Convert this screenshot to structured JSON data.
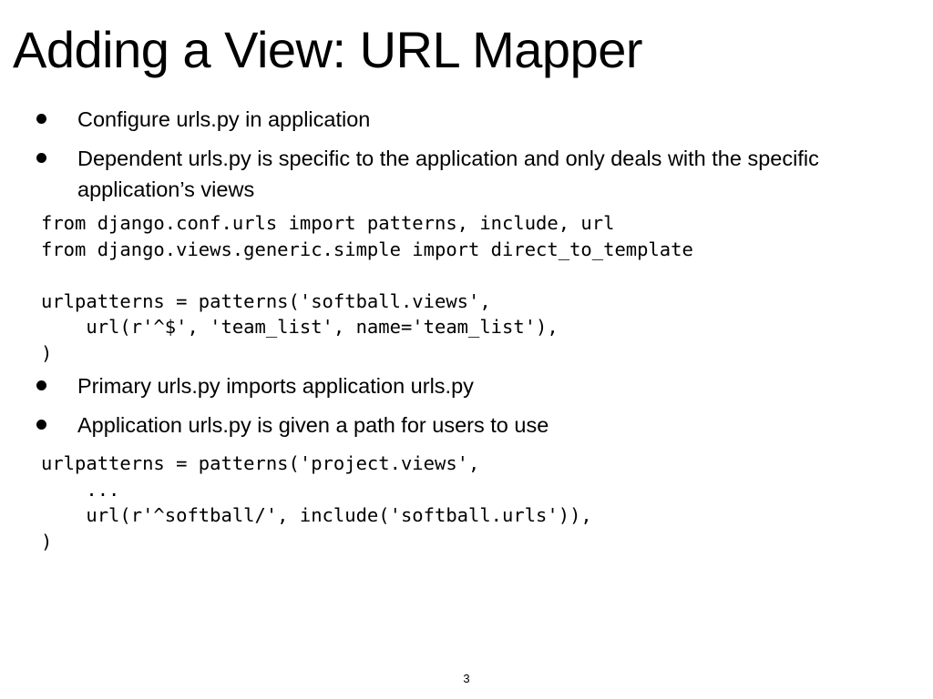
{
  "slide": {
    "title": "Adding a View: URL Mapper",
    "page_number": "3"
  },
  "bullets_top": [
    "Configure urls.py in application",
    "Dependent urls.py is specific to the application and only deals with the specific application’s views"
  ],
  "code_block_1": "from django.conf.urls import patterns, include, url\nfrom django.views.generic.simple import direct_to_template\n\nurlpatterns = patterns('softball.views',\n    url(r'^$', 'team_list', name='team_list'),\n)",
  "bullets_bottom": [
    "Primary urls.py imports application urls.py",
    "Application urls.py is given a path for users to use"
  ],
  "code_block_2": "urlpatterns = patterns('project.views',\n    ...\n    url(r'^softball/', include('softball.urls')),\n)"
}
